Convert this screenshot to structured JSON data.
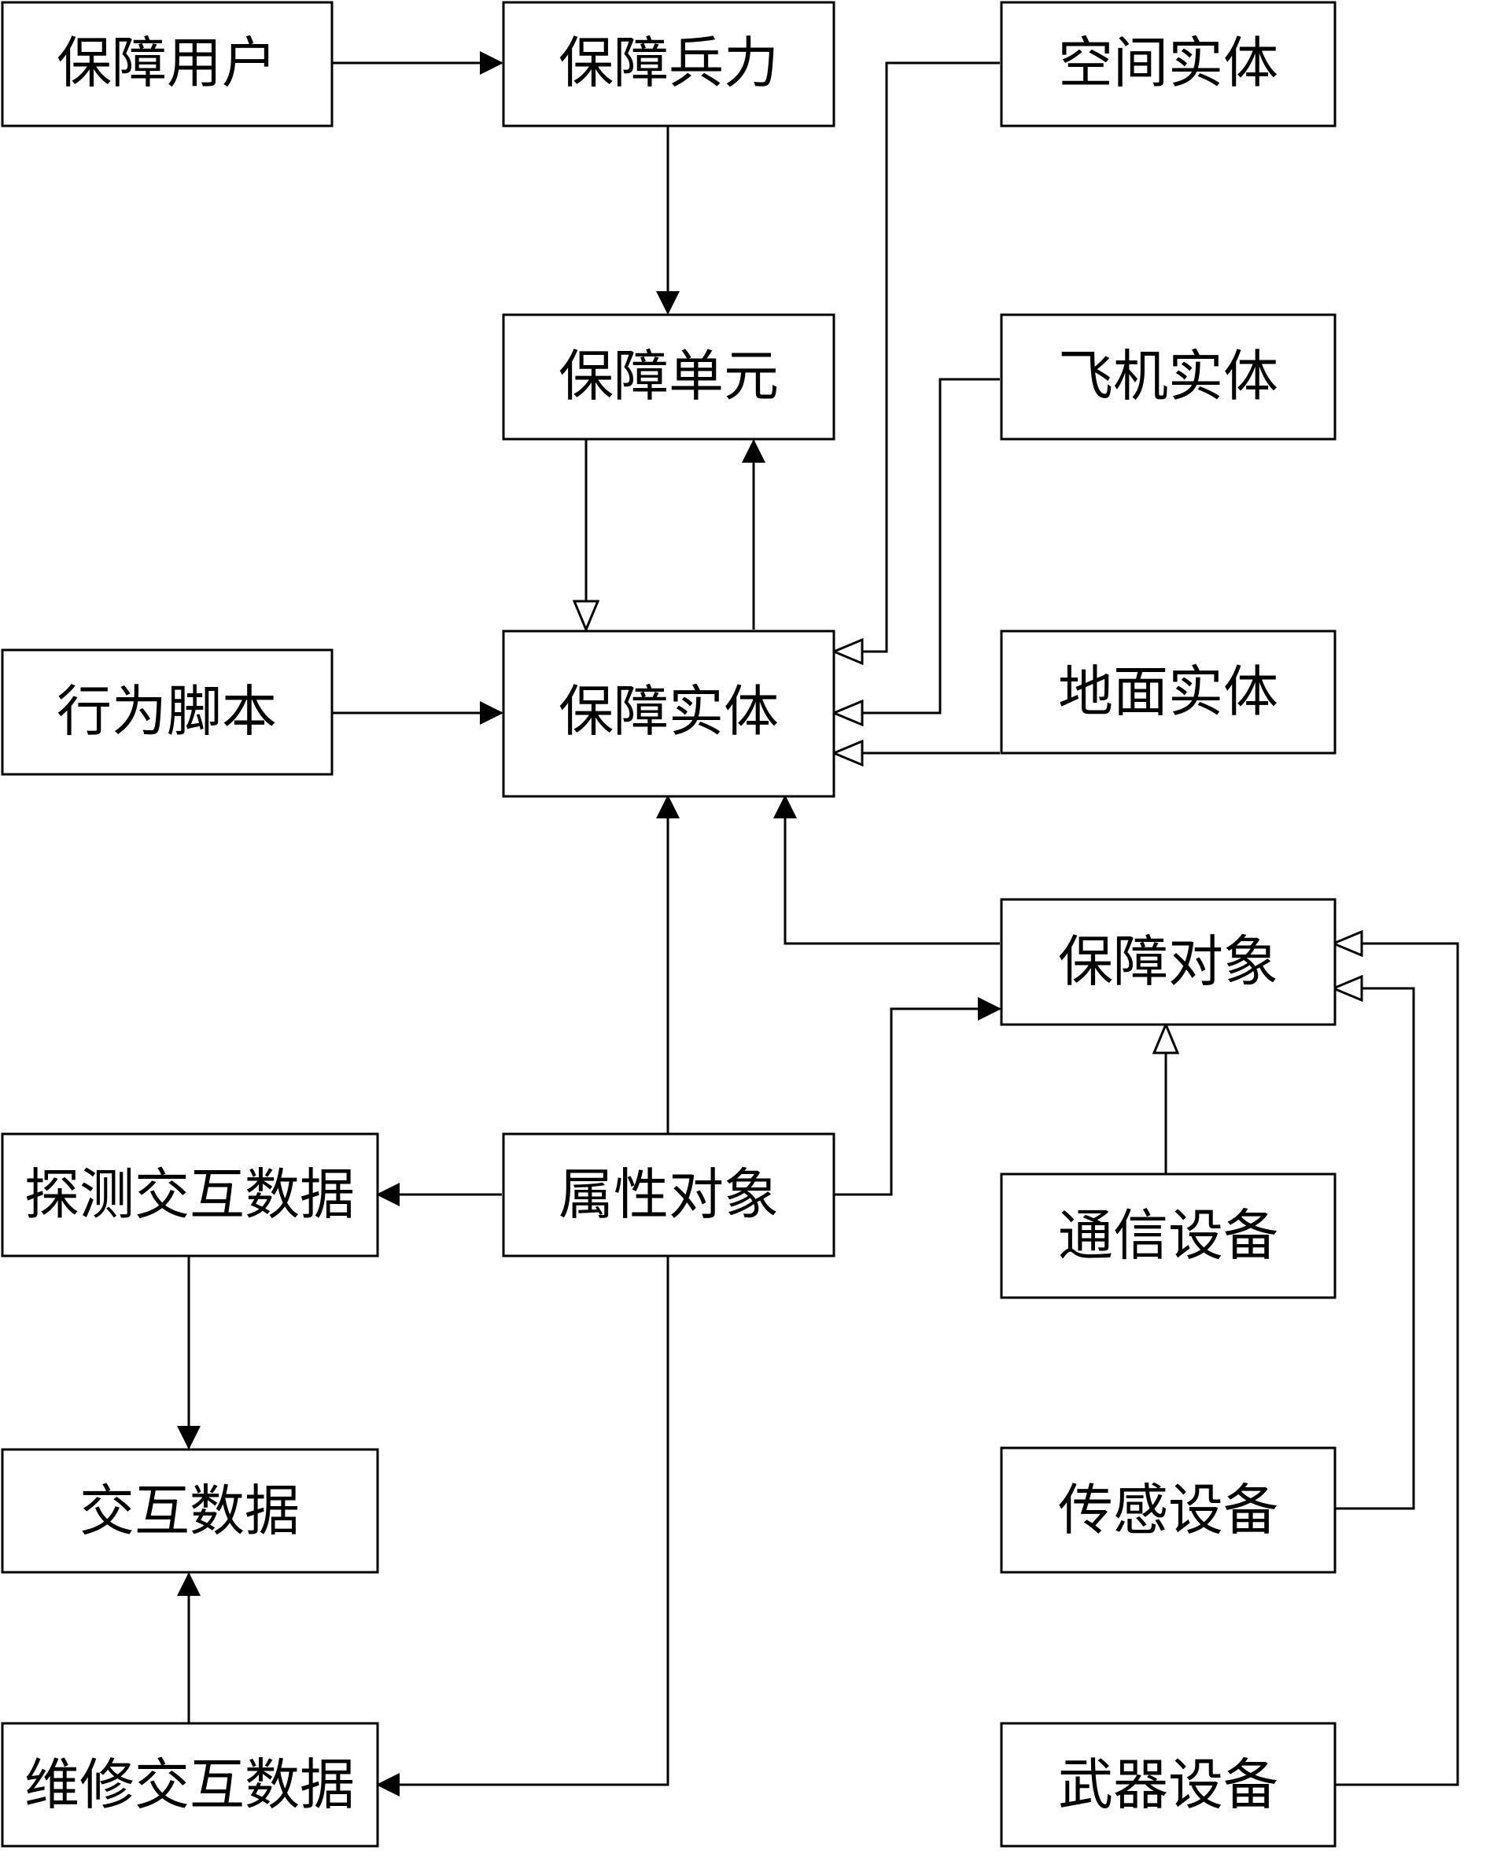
{
  "nodes": {
    "support_user": "保障用户",
    "support_force": "保障兵力",
    "space_entity": "空间实体",
    "support_unit": "保障单元",
    "aircraft_entity": "飞机实体",
    "behavior_script": "行为脚本",
    "support_entity": "保障实体",
    "ground_entity": "地面实体",
    "support_object": "保障对象",
    "detect_interaction_data": "探测交互数据",
    "attribute_object": "属性对象",
    "comm_equipment": "通信设备",
    "interaction_data": "交互数据",
    "sensor_equipment": "传感设备",
    "maintenance_interaction_data": "维修交互数据",
    "weapon_equipment": "武器设备"
  },
  "edges": [
    {
      "from": "support_user",
      "to": "support_force",
      "arrow": "filled"
    },
    {
      "from": "support_force",
      "to": "support_unit",
      "arrow": "filled"
    },
    {
      "from": "support_unit",
      "to": "support_entity",
      "arrow": "hollow"
    },
    {
      "from": "support_entity",
      "to": "support_unit",
      "arrow": "filled"
    },
    {
      "from": "behavior_script",
      "to": "support_entity",
      "arrow": "filled"
    },
    {
      "from": "space_entity",
      "to": "support_entity",
      "arrow": "hollow"
    },
    {
      "from": "aircraft_entity",
      "to": "support_entity",
      "arrow": "hollow"
    },
    {
      "from": "ground_entity",
      "to": "support_entity",
      "arrow": "hollow"
    },
    {
      "from": "attribute_object",
      "to": "support_entity",
      "arrow": "filled"
    },
    {
      "from": "support_object",
      "to": "support_entity",
      "arrow": "filled"
    },
    {
      "from": "attribute_object",
      "to": "support_object",
      "arrow": "filled"
    },
    {
      "from": "attribute_object",
      "to": "detect_interaction_data",
      "arrow": "filled"
    },
    {
      "from": "attribute_object",
      "to": "maintenance_interaction_data",
      "arrow": "filled"
    },
    {
      "from": "detect_interaction_data",
      "to": "interaction_data",
      "arrow": "filled"
    },
    {
      "from": "maintenance_interaction_data",
      "to": "interaction_data",
      "arrow": "filled"
    },
    {
      "from": "comm_equipment",
      "to": "support_object",
      "arrow": "hollow"
    },
    {
      "from": "sensor_equipment",
      "to": "support_object",
      "arrow": "hollow"
    },
    {
      "from": "weapon_equipment",
      "to": "support_object",
      "arrow": "hollow"
    }
  ]
}
